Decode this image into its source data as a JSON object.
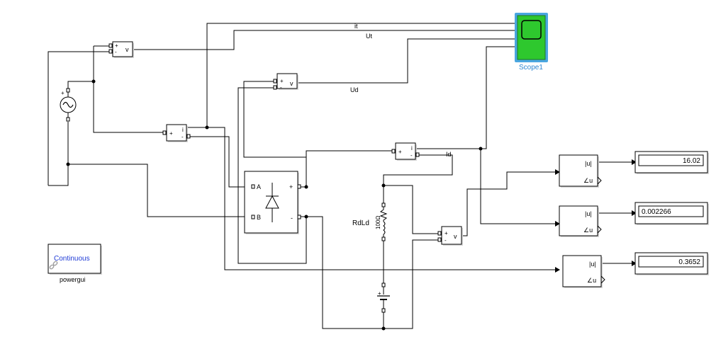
{
  "signals": {
    "it": "it",
    "ut": "Ut",
    "ud": "Ud",
    "id": "Id"
  },
  "scope": {
    "label": "Scope1"
  },
  "voltmeter_symbol": "v",
  "ammeter_symbol": "i",
  "port_plus": "+",
  "port_minus": "-",
  "rectifier": {
    "port_a": "A",
    "port_b": "B",
    "out_plus": "+",
    "out_minus": "-"
  },
  "load": {
    "label": "RdLd",
    "value_text": "100Ω"
  },
  "math_blocks": [
    {
      "abs_text": "|u|",
      "angle_text": "∠u"
    },
    {
      "abs_text": "|u|",
      "angle_text": "∠u"
    },
    {
      "abs_text": "|u|",
      "angle_text": "∠u"
    }
  ],
  "displays": [
    {
      "value": "16.02"
    },
    {
      "value": "0.002266"
    },
    {
      "value": "0.3652"
    }
  ],
  "powergui": {
    "mode": "Continuous",
    "label": "powergui"
  },
  "colors": {
    "scope_fill": "#2ec82e",
    "scope_highlight": "#4aa6e0",
    "powergui_text": "#1f3bd6"
  }
}
